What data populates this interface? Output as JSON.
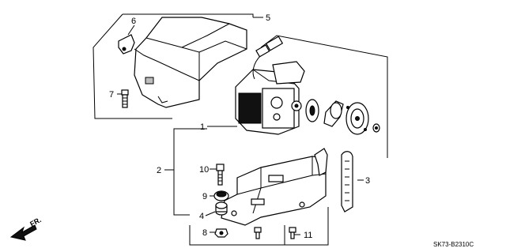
{
  "callouts": {
    "c1": "1",
    "c2": "2",
    "c3": "3",
    "c4": "4",
    "c5": "5",
    "c6": "6",
    "c7": "7",
    "c8": "8",
    "c9": "9",
    "c10": "10",
    "c11": "11"
  },
  "front_arrow": {
    "label": "FR."
  },
  "diagram_code": "SK73-B2310C"
}
